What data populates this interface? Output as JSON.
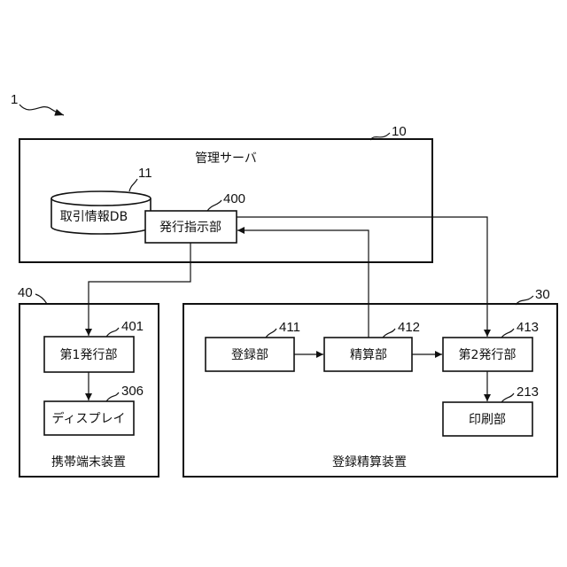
{
  "diagram": {
    "reference_numbers": {
      "system": "1",
      "server": "10",
      "database": "11",
      "issue_instruction_unit": "400",
      "mobile_terminal": "40",
      "first_issue_unit": "401",
      "display": "306",
      "checkout_device": "30",
      "registration_unit": "411",
      "settlement_unit": "412",
      "second_issue_unit": "413",
      "printing_unit": "213"
    },
    "labels": {
      "server": "管理サーバ",
      "database": "取引情報DB",
      "issue_instruction_unit": "発行指示部",
      "mobile_terminal": "携帯端末装置",
      "first_issue_unit": "第1発行部",
      "display": "ディスプレイ",
      "checkout_device": "登録精算装置",
      "registration_unit": "登録部",
      "settlement_unit": "精算部",
      "second_issue_unit": "第2発行部",
      "printing_unit": "印刷部"
    }
  }
}
